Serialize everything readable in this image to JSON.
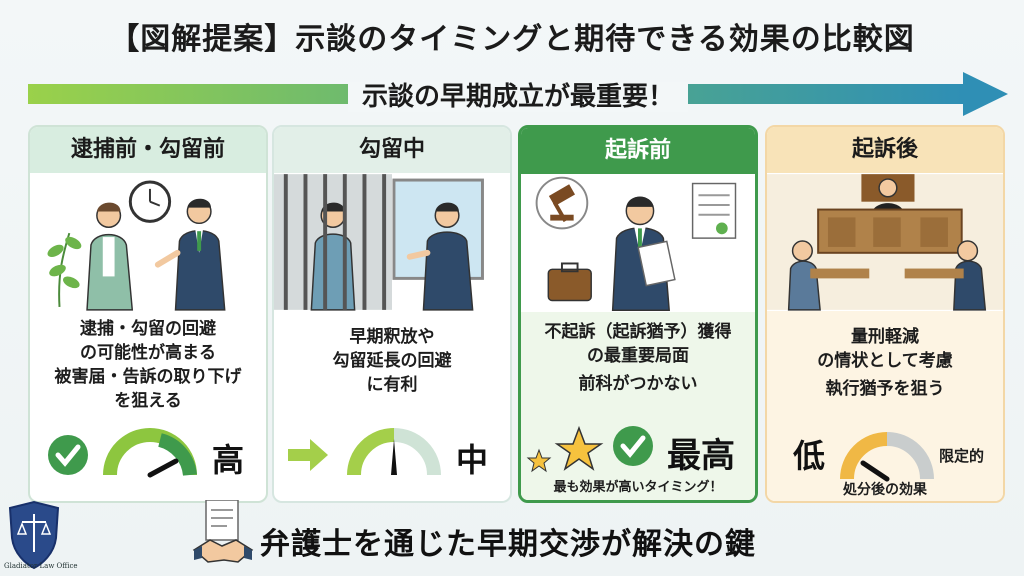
{
  "title": "【図解提案】示談のタイミングと期待できる効果の比較図",
  "banner": "示談の早期成立が最重要！",
  "cards": [
    {
      "heading": "逮捕前・勾留前",
      "lines": [
        "逮捕・勾留の回避",
        "の可能性が高まる",
        "被害届・告訴の取り下げ",
        "を狙える"
      ],
      "level": "高",
      "level_fraction": 0.85,
      "icon": "check-icon"
    },
    {
      "heading": "勾留中",
      "lines": [
        "早期釈放や",
        "勾留延長の回避",
        "に有利"
      ],
      "level": "中",
      "level_fraction": 0.5,
      "icon": "arrow-right-icon"
    },
    {
      "heading": "起訴前",
      "lines": [
        "不起訴（起訴猶予）獲得",
        "の最重要局面",
        "前科がつかない"
      ],
      "level": "最高",
      "sublabel": "最も効果が高いタイミング！",
      "icon": "star-icon"
    },
    {
      "heading": "起訴後",
      "lines": [
        "量刑軽減",
        "の情状として考慮",
        "執行猶予を狙う"
      ],
      "level": "低",
      "level_fraction": 0.22,
      "limited": "限定的",
      "sublabel": "処分後の効果",
      "icon": "gauge-icon"
    }
  ],
  "footer": "弁護士を通じた早期交渉が解決の鍵",
  "logo_text": "Gladiator Law Office",
  "colors": {
    "green_dark": "#3f9a4c",
    "green_light": "#8dc63f",
    "teal": "#2f8fb5",
    "orange": "#f0b845",
    "gray": "#c9cdcd"
  }
}
